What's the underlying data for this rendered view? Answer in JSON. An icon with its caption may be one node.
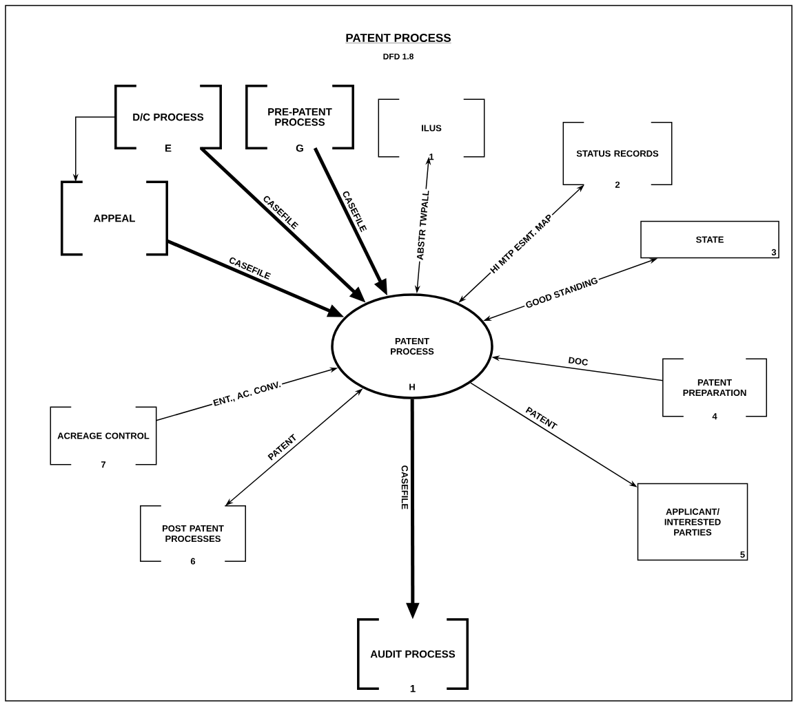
{
  "diagram": {
    "title": "PATENT PROCESS",
    "nodes": [
      {
        "text": [
          "D/C PROCESS",
          "E"
        ]
      },
      {
        "text": [
          "PRE-PATENT PROCESS",
          "G"
        ]
      },
      {
        "text": [
          "ILUS",
          "1"
        ]
      },
      {
        "text": [
          "STATUS RECORDS",
          "2"
        ]
      },
      {
        "text": [
          "STATE",
          "3"
        ]
      },
      {
        "text": [
          "APPEAL"
        ]
      },
      {
        "text": [
          "PATENT PROCESS",
          "H"
        ]
      },
      {
        "text": [
          "PATENT PREPARATION",
          "4"
        ]
      },
      {
        "text": [
          "ACREAGE CONTROL",
          "7"
        ]
      },
      {
        "text": [
          "APPLICANT/ INTERESTED PARTIES",
          "5"
        ]
      },
      {
        "text": [
          "POST PATENT PROCESSES",
          "6"
        ]
      },
      {
        "text": [
          "AUDIT PROCESS",
          "1"
        ]
      }
    ],
    "edges": [
      {
        "from": 0,
        "to": 5,
        "arrow": "to"
      },
      {
        "from": 5,
        "to": 6,
        "arrow": "to",
        "label": "CASEFILE",
        "style": "thick"
      },
      {
        "from": 0,
        "to": 6,
        "arrow": "to",
        "label": "CASEFILE",
        "style": "thick"
      },
      {
        "from": 1,
        "to": 6,
        "arrow": "to",
        "label": "CASEFILE",
        "style": "thick"
      },
      {
        "from": 2,
        "to": 6,
        "arrow": "both",
        "label": "ABSTR TWPALL"
      },
      {
        "from": 6,
        "to": 3,
        "arrow": "both",
        "label": "HI MTP ESMT. MAP"
      },
      {
        "from": 6,
        "to": 4,
        "arrow": "both",
        "label": "GOOD STANDING"
      },
      {
        "from": 7,
        "to": 6,
        "arrow": "to",
        "label": "DOC"
      },
      {
        "from": 8,
        "to": 6,
        "arrow": "to",
        "label": "ENT., AC. CONV."
      },
      {
        "from": 10,
        "to": 6,
        "arrow": "both",
        "label": "PATENT"
      },
      {
        "from": 6,
        "to": 9,
        "arrow": "to",
        "label": "PATENT"
      },
      {
        "from": 6,
        "to": 11,
        "arrow": "to",
        "label": "CASEFILE",
        "style": "thick"
      }
    ],
    "labels": [
      "DFD 1.8"
    ]
  }
}
